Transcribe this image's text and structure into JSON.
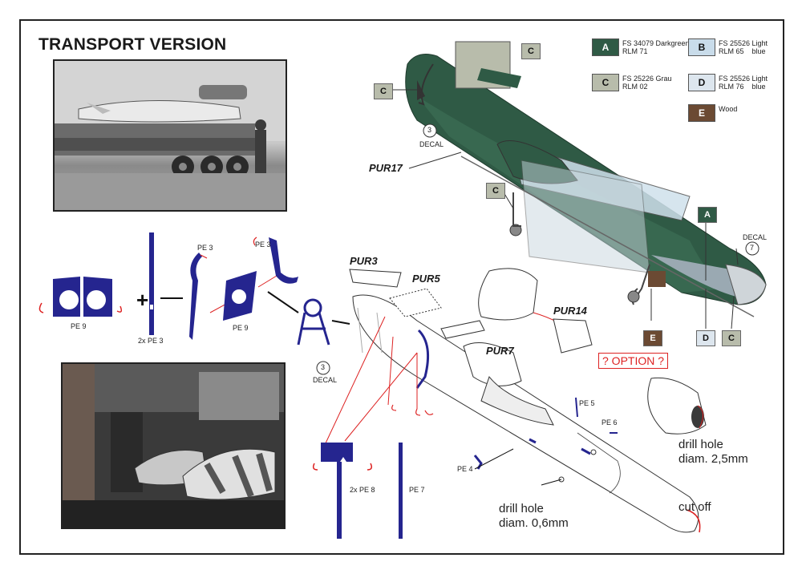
{
  "title": "TRANSPORT VERSION",
  "legend": [
    {
      "code": "A",
      "text": "FS 34079 Darkgreen\nRLM 71",
      "color": "#2f5a45",
      "fg": "#ffffff"
    },
    {
      "code": "B",
      "text": "FS 25526 Light\nRLM 65    blue",
      "color": "#c9dcea",
      "fg": "#111111"
    },
    {
      "code": "C",
      "text": "FS 25226 Grau\nRLM 02",
      "color": "#b8bcab",
      "fg": "#111111"
    },
    {
      "code": "D",
      "text": "FS 25526 Light\nRLM 76    blue",
      "color": "#dde6ee",
      "fg": "#111111"
    },
    {
      "code": "E",
      "text": "Wood",
      "color": "#6b4a33",
      "fg": "#ffffff"
    }
  ],
  "parts": {
    "pe9_left": "PE 9",
    "pe3_2x": "2x PE 3",
    "pe3_a": "PE 3",
    "pe9_mid": "PE 9",
    "pe3_b": "PE 3",
    "decal3_a": "3",
    "decal_a": "DECAL",
    "decal3_b": "3",
    "decal_b": "DECAL",
    "decal7": "7",
    "decal_c": "DECAL",
    "pur3": "PUR3",
    "pur5": "PUR5",
    "pur7": "PUR7",
    "pur14": "PUR14",
    "pur17": "PUR17",
    "pe5": "PE 5",
    "pe6": "PE 6",
    "pe4": "PE 4",
    "pe8": "2x PE 8",
    "pe7": "PE 7",
    "plus": "+"
  },
  "markers": {
    "c1": "C",
    "c2": "C",
    "c3": "C",
    "a1": "A",
    "e1": "E",
    "d1": "D",
    "c4": "C"
  },
  "notes": {
    "option": "? OPTION ?",
    "drill1_l1": "drill hole",
    "drill1_l2": "diam. 2,5mm",
    "drill2_l1": "drill hole",
    "drill2_l2": "diam. 0,6mm",
    "cutoff": "cut off"
  }
}
